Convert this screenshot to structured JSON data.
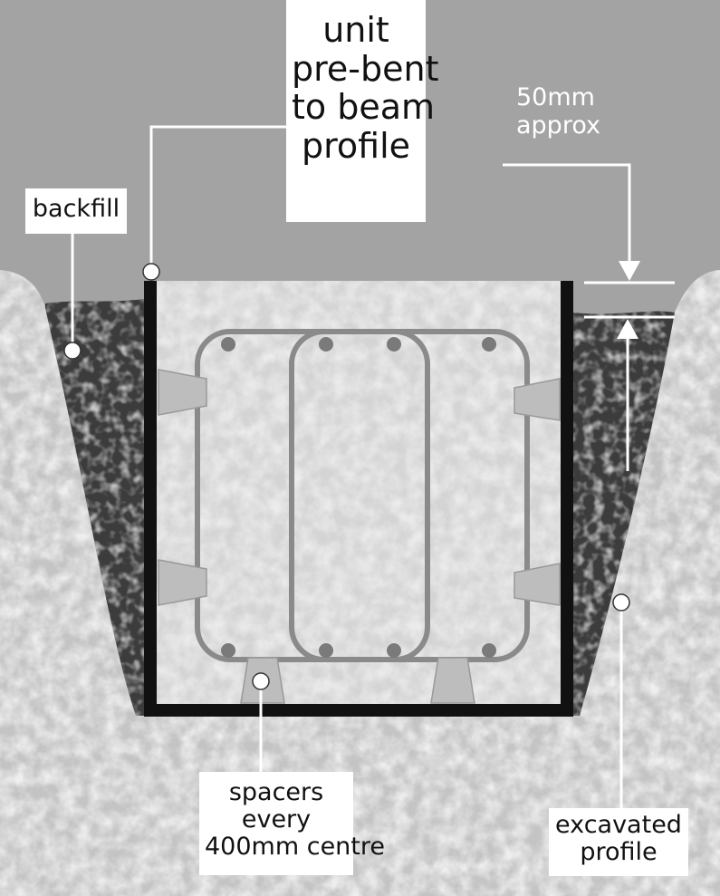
{
  "labels": {
    "unit": [
      "unit",
      "pre-bent",
      "to beam",
      "profile"
    ],
    "backfill": "backfill",
    "gap": [
      "50mm",
      "approx"
    ],
    "spacers": [
      "spacers",
      "every",
      "400mm centre"
    ],
    "excavated": [
      "excavated",
      "profile"
    ]
  },
  "colors": {
    "sky": "#a3a3a3",
    "ground": "#c9c9c9",
    "backfill": "#3a3a3a",
    "formwork": "#111111",
    "rebar": "#8a8a8a",
    "spacer": "#bdbdbd"
  }
}
